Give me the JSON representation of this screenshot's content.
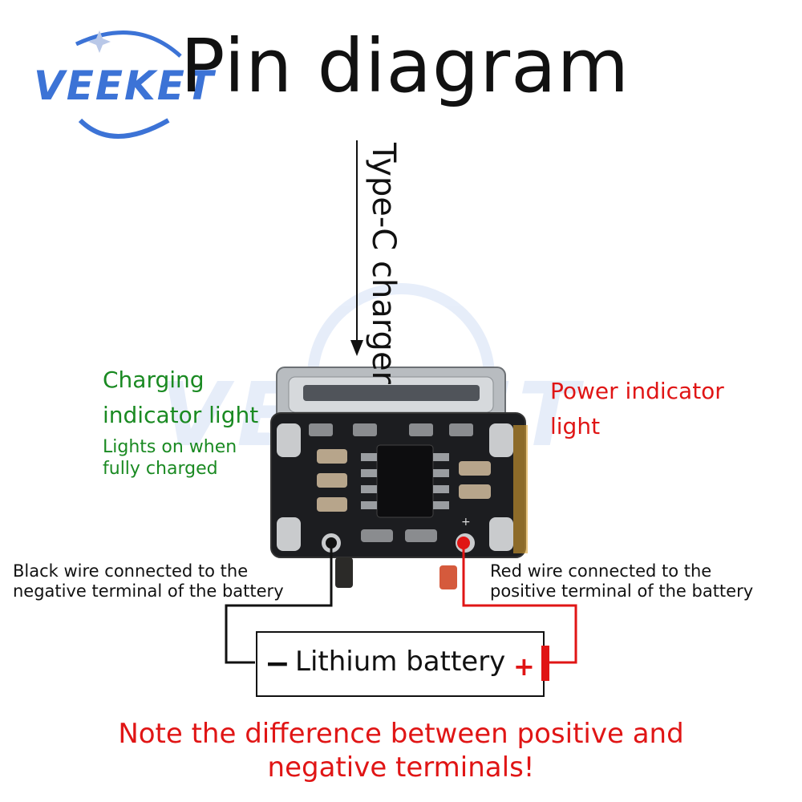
{
  "brand": {
    "logo_text": "VEEKET",
    "logo_color": "#3c73d6",
    "watermark_text": "VEEKET"
  },
  "title": "Pin diagram",
  "charger": {
    "label": "Type-C charger"
  },
  "charging_indicator": {
    "title_line1": "Charging",
    "title_line2": "indicator light",
    "sub_line1": "Lights on when",
    "sub_line2": "fully charged",
    "color": "#1a8a22"
  },
  "power_indicator": {
    "title_line1": "Power indicator",
    "title_line2": "light",
    "color": "#e01515"
  },
  "black_wire": {
    "line1": "Black wire connected to the",
    "line2": "negative terminal of the battery",
    "color": "#111111"
  },
  "red_wire": {
    "line1": "Red wire connected to the",
    "line2": "positive terminal of the battery",
    "color": "#e01515"
  },
  "battery": {
    "label": "Lithium battery",
    "negative_symbol": "−",
    "positive_symbol": "+"
  },
  "note": {
    "line1": "Note the difference between positive and",
    "line2": "negative terminals!"
  }
}
